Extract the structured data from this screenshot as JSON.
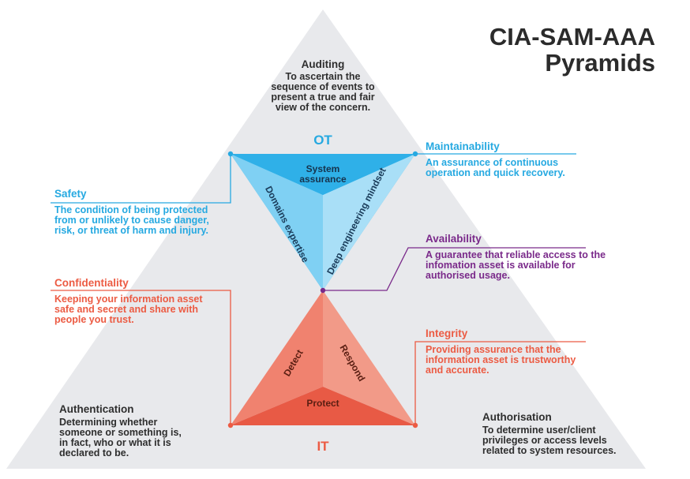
{
  "title": {
    "line1": "CIA-SAM-AAA",
    "line2": "Pyramids"
  },
  "auditing": {
    "heading": "Auditing",
    "description": "To ascertain the sequence of events to present a true and fair view of the concern."
  },
  "ot_label": "OT",
  "it_label": "IT",
  "ot_triangle": {
    "top": "System assurance",
    "left": "Domains expertise",
    "right": "Deep engineering mindset"
  },
  "it_triangle": {
    "left": "Detect",
    "right": "Respond",
    "bottom": "Protect"
  },
  "maintainability": {
    "heading": "Maintainability",
    "description": "An assurance of continuous operation and quick recovery."
  },
  "safety": {
    "heading": "Safety",
    "description": "The condition of being protected from or unlikely to cause danger, risk, or threat of harm and injury."
  },
  "availability": {
    "heading": "Availability",
    "description": "A guarantee that reliable access to the infomation asset is available for authorised usage."
  },
  "confidentiality": {
    "heading": "Confidentiality",
    "description": "Keeping your information asset safe and secret and share with people you trust."
  },
  "integrity": {
    "heading": "Integrity",
    "description": "Providing assurance that the information asset is trustworthy and accurate."
  },
  "authentication": {
    "heading": "Authentication",
    "description": "Determining whether someone or something is, in fact, who or what it is declared to be."
  },
  "authorisation": {
    "heading": "Authorisation",
    "description": "To determine user/client privileges or access levels related to system resources."
  },
  "colors": {
    "ot": "#26a9e1",
    "it": "#ec5b43",
    "availability": "#7a2a8a",
    "pyramid": "#e8e9ec"
  }
}
